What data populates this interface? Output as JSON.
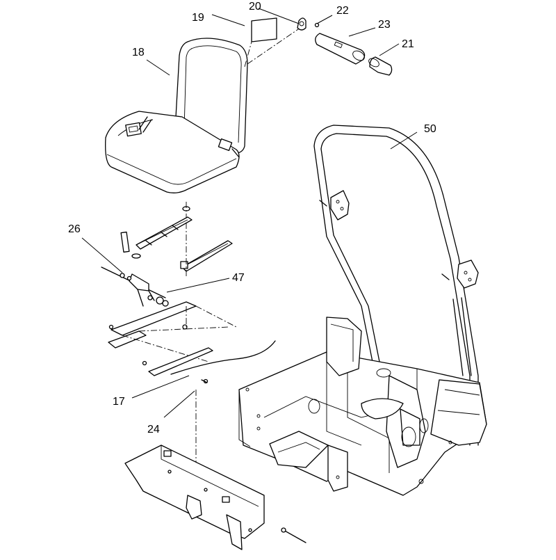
{
  "callouts": {
    "c17": "17",
    "c18": "18",
    "c19": "19",
    "c20": "20",
    "c21": "21",
    "c22": "22",
    "c23": "23",
    "c24": "24",
    "c26": "26",
    "c47": "47",
    "c50": "50"
  }
}
